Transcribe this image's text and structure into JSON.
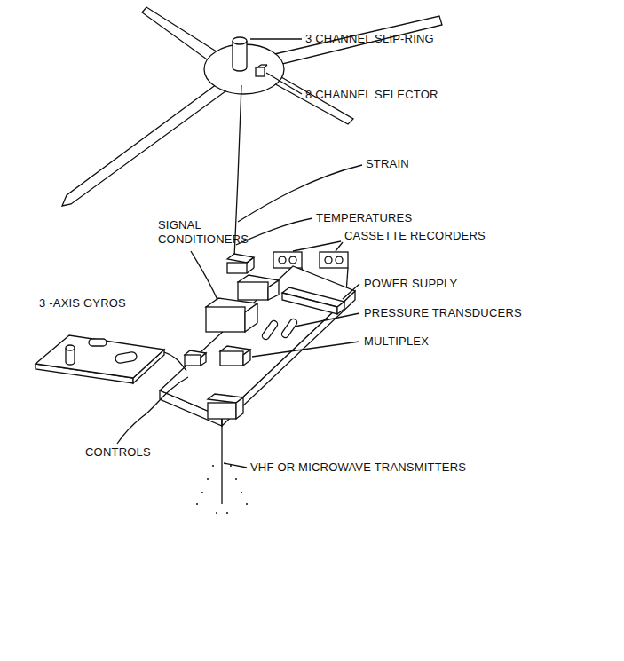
{
  "diagram": {
    "labels": [
      "3 CHANNEL SLIP-RING",
      "8 CHANNEL SELECTOR",
      "STRAIN",
      "TEMPERATURES",
      "CASSETTE RECORDERS",
      "SIGNAL CONDITIONERS",
      "POWER SUPPLY",
      "PRESSURE TRANSDUCERS",
      "3 -AXIS GYROS",
      "MULTIPLEX",
      "CONTROLS",
      "VHF OR MICROWAVE TRANSMITTERS"
    ]
  }
}
